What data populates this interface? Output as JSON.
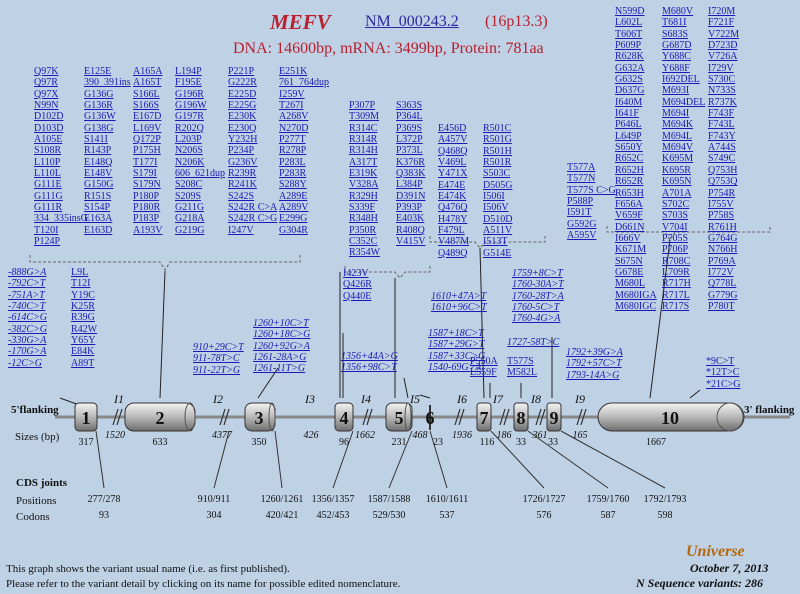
{
  "header": {
    "gene": "MEFV",
    "transcript": "NM_000243.2",
    "locus": "(16p13.3)",
    "summary": "DNA: 14600bp, mRNA: 3499bp, Protein: 781aa"
  },
  "labels": {
    "flank5": "5'flanking",
    "flank3": "3' flanking",
    "sizes": "Sizes (bp)",
    "cds": "CDS joints",
    "positions": "Positions",
    "codons": "Codons"
  },
  "exons": [
    "1",
    "2",
    "3",
    "4",
    "5",
    "6",
    "7",
    "8",
    "9",
    "10"
  ],
  "introns": [
    "I1",
    "I2",
    "I3",
    "I4",
    "I5",
    "I6",
    "I7",
    "I8",
    "I9"
  ],
  "exon_sizes": [
    "317",
    "633",
    "350",
    "96",
    "231",
    "23",
    "116",
    "33",
    "33",
    "1667"
  ],
  "intron_sizes": [
    "1520",
    "4377",
    "426",
    "1662",
    "468",
    "1936",
    "186",
    "361",
    "165"
  ],
  "positions": [
    "277/278",
    "910/911",
    "1260/1261",
    "1356/1357",
    "1587/1588",
    "1610/1611",
    "1726/1727",
    "1759/1760",
    "1792/1793"
  ],
  "codons": [
    "93",
    "304",
    "420/421",
    "452/453",
    "529/530",
    "537",
    "576",
    "587",
    "598"
  ],
  "footer": {
    "line1": "This graph shows the variant usual name (i.e. as first published).",
    "line2": "Please refer to the variant detail by clicking on its name for possible edited nomenclature.",
    "date": "October 7, 2013",
    "count": "N Sequence variants: 286",
    "logo": "Universe"
  },
  "columns": {
    "ex2a": [
      "Q97K",
      "Q97R",
      "Q97X",
      "N99N",
      "D102D",
      "D103D",
      "A105E",
      "S108R",
      "L110P",
      "L110L",
      "G111E",
      "G111G",
      "G111R",
      "334_335insG",
      "T120I",
      "P124P"
    ],
    "ex2b": [
      "E125E",
      "390_391ins",
      "G136G",
      "G136R",
      "G136W",
      "G138G",
      "S141I",
      "R143P",
      "E148Q",
      "E148V",
      "G150G",
      "R151S",
      "S154P",
      "E163A",
      "E163D"
    ],
    "ex2c": [
      "A165A",
      "A165T",
      "S166L",
      "S166S",
      "E167D",
      "L169V",
      "Q172P",
      "P175H",
      "T177I",
      "S179I",
      "S179N",
      "P180P",
      "P180R",
      "P183P",
      "A193V"
    ],
    "ex2d": [
      "L194P",
      "F195E",
      "G196R",
      "G196W",
      "G197R",
      "R202Q",
      "L203P",
      "N206S",
      "N206K",
      "606_621dup",
      "S208C",
      "S209S",
      "G211G",
      "G218A",
      "G219G"
    ],
    "ex2e": [
      "P221P",
      "G222R",
      "E225D",
      "E225G",
      "E230K",
      "E230Q",
      "Y232H",
      "P234P",
      "G236V",
      "R239R",
      "R241K",
      "S242S",
      "S242R C>A",
      "S242R C>G",
      "I247V"
    ],
    "ex2f": [
      "E251K",
      "761_764dup",
      "I259V",
      "T267I",
      "A268V",
      "N270D",
      "P277T",
      "R278P",
      "P283L",
      "P283R",
      "S288Y",
      "A289E",
      "A289V",
      "E299G",
      "G304R"
    ],
    "ex3a": [
      "P307P",
      "T309M",
      "R314C",
      "R314R",
      "R314H",
      "A317T",
      "E319K",
      "V328A",
      "R329H",
      "S339F",
      "R348H",
      "P350R",
      "C352C",
      "R354W"
    ],
    "ex3b": [
      "S363S",
      "P364L",
      "P369S",
      "L372P",
      "P373L",
      "K376R",
      "Q383K",
      "L384P",
      "D391N",
      "P393P",
      "E403K",
      "R408Q",
      "V415V"
    ],
    "ex4": [
      "I423V",
      "Q426R",
      "Q440E"
    ],
    "ex5a": [
      "E456D",
      "A457V",
      "Q468Q",
      "V469L",
      "Y471X",
      "E474E",
      "E474K",
      "Q476Q",
      "H478Y",
      "F479L",
      "V487M",
      "Q489Q"
    ],
    "ex5b": [
      "R501C",
      "R501G",
      "R501H",
      "R501R",
      "S503C",
      "D505G",
      "I506I",
      "I506V",
      "D510D",
      "A511V",
      "I513T",
      "G514E"
    ],
    "ex7": [
      "P550A",
      "L559F"
    ],
    "ex8": [
      "T577S",
      "M582L"
    ],
    "ex9": [
      "T577A",
      "T577N",
      "T577S C>G",
      "P588P",
      "I591T",
      "G592G",
      "A595V"
    ],
    "ex10a": [
      "N599D",
      "L602L",
      "T606T",
      "P609P",
      "R628K",
      "G632A",
      "G632S",
      "D637G",
      "I640M",
      "I641F",
      "P646L",
      "L649P",
      "S650Y",
      "R652C",
      "R652H",
      "R652R",
      "R653H",
      "F656A",
      "V659F",
      "D661N",
      "I666V",
      "K671M",
      "S675N",
      "G678E",
      "M680L",
      "M680IGA",
      "M680IGC"
    ],
    "ex10b": [
      "M680V",
      "T681I",
      "S683S",
      "G687D",
      "Y688C",
      "Y688F",
      "I692DEL",
      "M693I",
      "M694DEL",
      "M694I",
      "M694K",
      "M694L",
      "M694V",
      "K695M",
      "K695R",
      "K695N",
      "A701A",
      "S702C",
      "S703S",
      "V704I",
      "P705S",
      "P706P",
      "R708C",
      "L709R",
      "R717H",
      "R717L",
      "R717S"
    ],
    "ex10c": [
      "I720M",
      "F721F",
      "V722M",
      "D723D",
      "V726A",
      "I729V",
      "S730C",
      "N733S",
      "R737K",
      "F743F",
      "F743L",
      "F743Y",
      "A744S",
      "S749C",
      "Q753H",
      "Q753Q",
      "P754R",
      "I755V",
      "P758S",
      "R761H",
      "G764G",
      "N766H",
      "P769A",
      "I772V",
      "Q778L",
      "G779G",
      "P780T"
    ],
    "ex10utr": [
      "*9C>T",
      "*12T>C",
      "*21C>G"
    ],
    "prom": [
      "-888G>A",
      "-792C>T",
      "-751A>T",
      "-740C>T",
      "-614C>G",
      "-382C>G",
      "-330G>A",
      "-170G>A",
      "-12C>G"
    ],
    "ex1": [
      "L9L",
      "T12I",
      "Y19C",
      "K25R",
      "R39G",
      "R42W",
      "Y65Y",
      "E84K",
      "A89T"
    ],
    "i2": [
      "910+29C>T",
      "911-78T>C",
      "911-22T>G"
    ],
    "i3": [
      "1260+10C>T",
      "1260+18C>G",
      "1260+92G>A",
      "1261-28A>G",
      "1261-11T>G"
    ],
    "i4": [
      "1356+44A>G",
      "1356+98C>T"
    ],
    "i5": [
      "1587+18C>T",
      "1587+29G>T",
      "1587+33C>G",
      "1540-69G>A"
    ],
    "i6": [
      "1610+47A>T",
      "1610+96C>T"
    ],
    "i7": [
      "1727-58T>C"
    ],
    "i8": [
      "1759+8C>T",
      "1760-30A>T",
      "1760-28T>A",
      "1760-5C>T",
      "1760-4G>A"
    ],
    "i9": [
      "1792+39G>A",
      "1792+57C>T",
      "1793-14A>G"
    ]
  }
}
